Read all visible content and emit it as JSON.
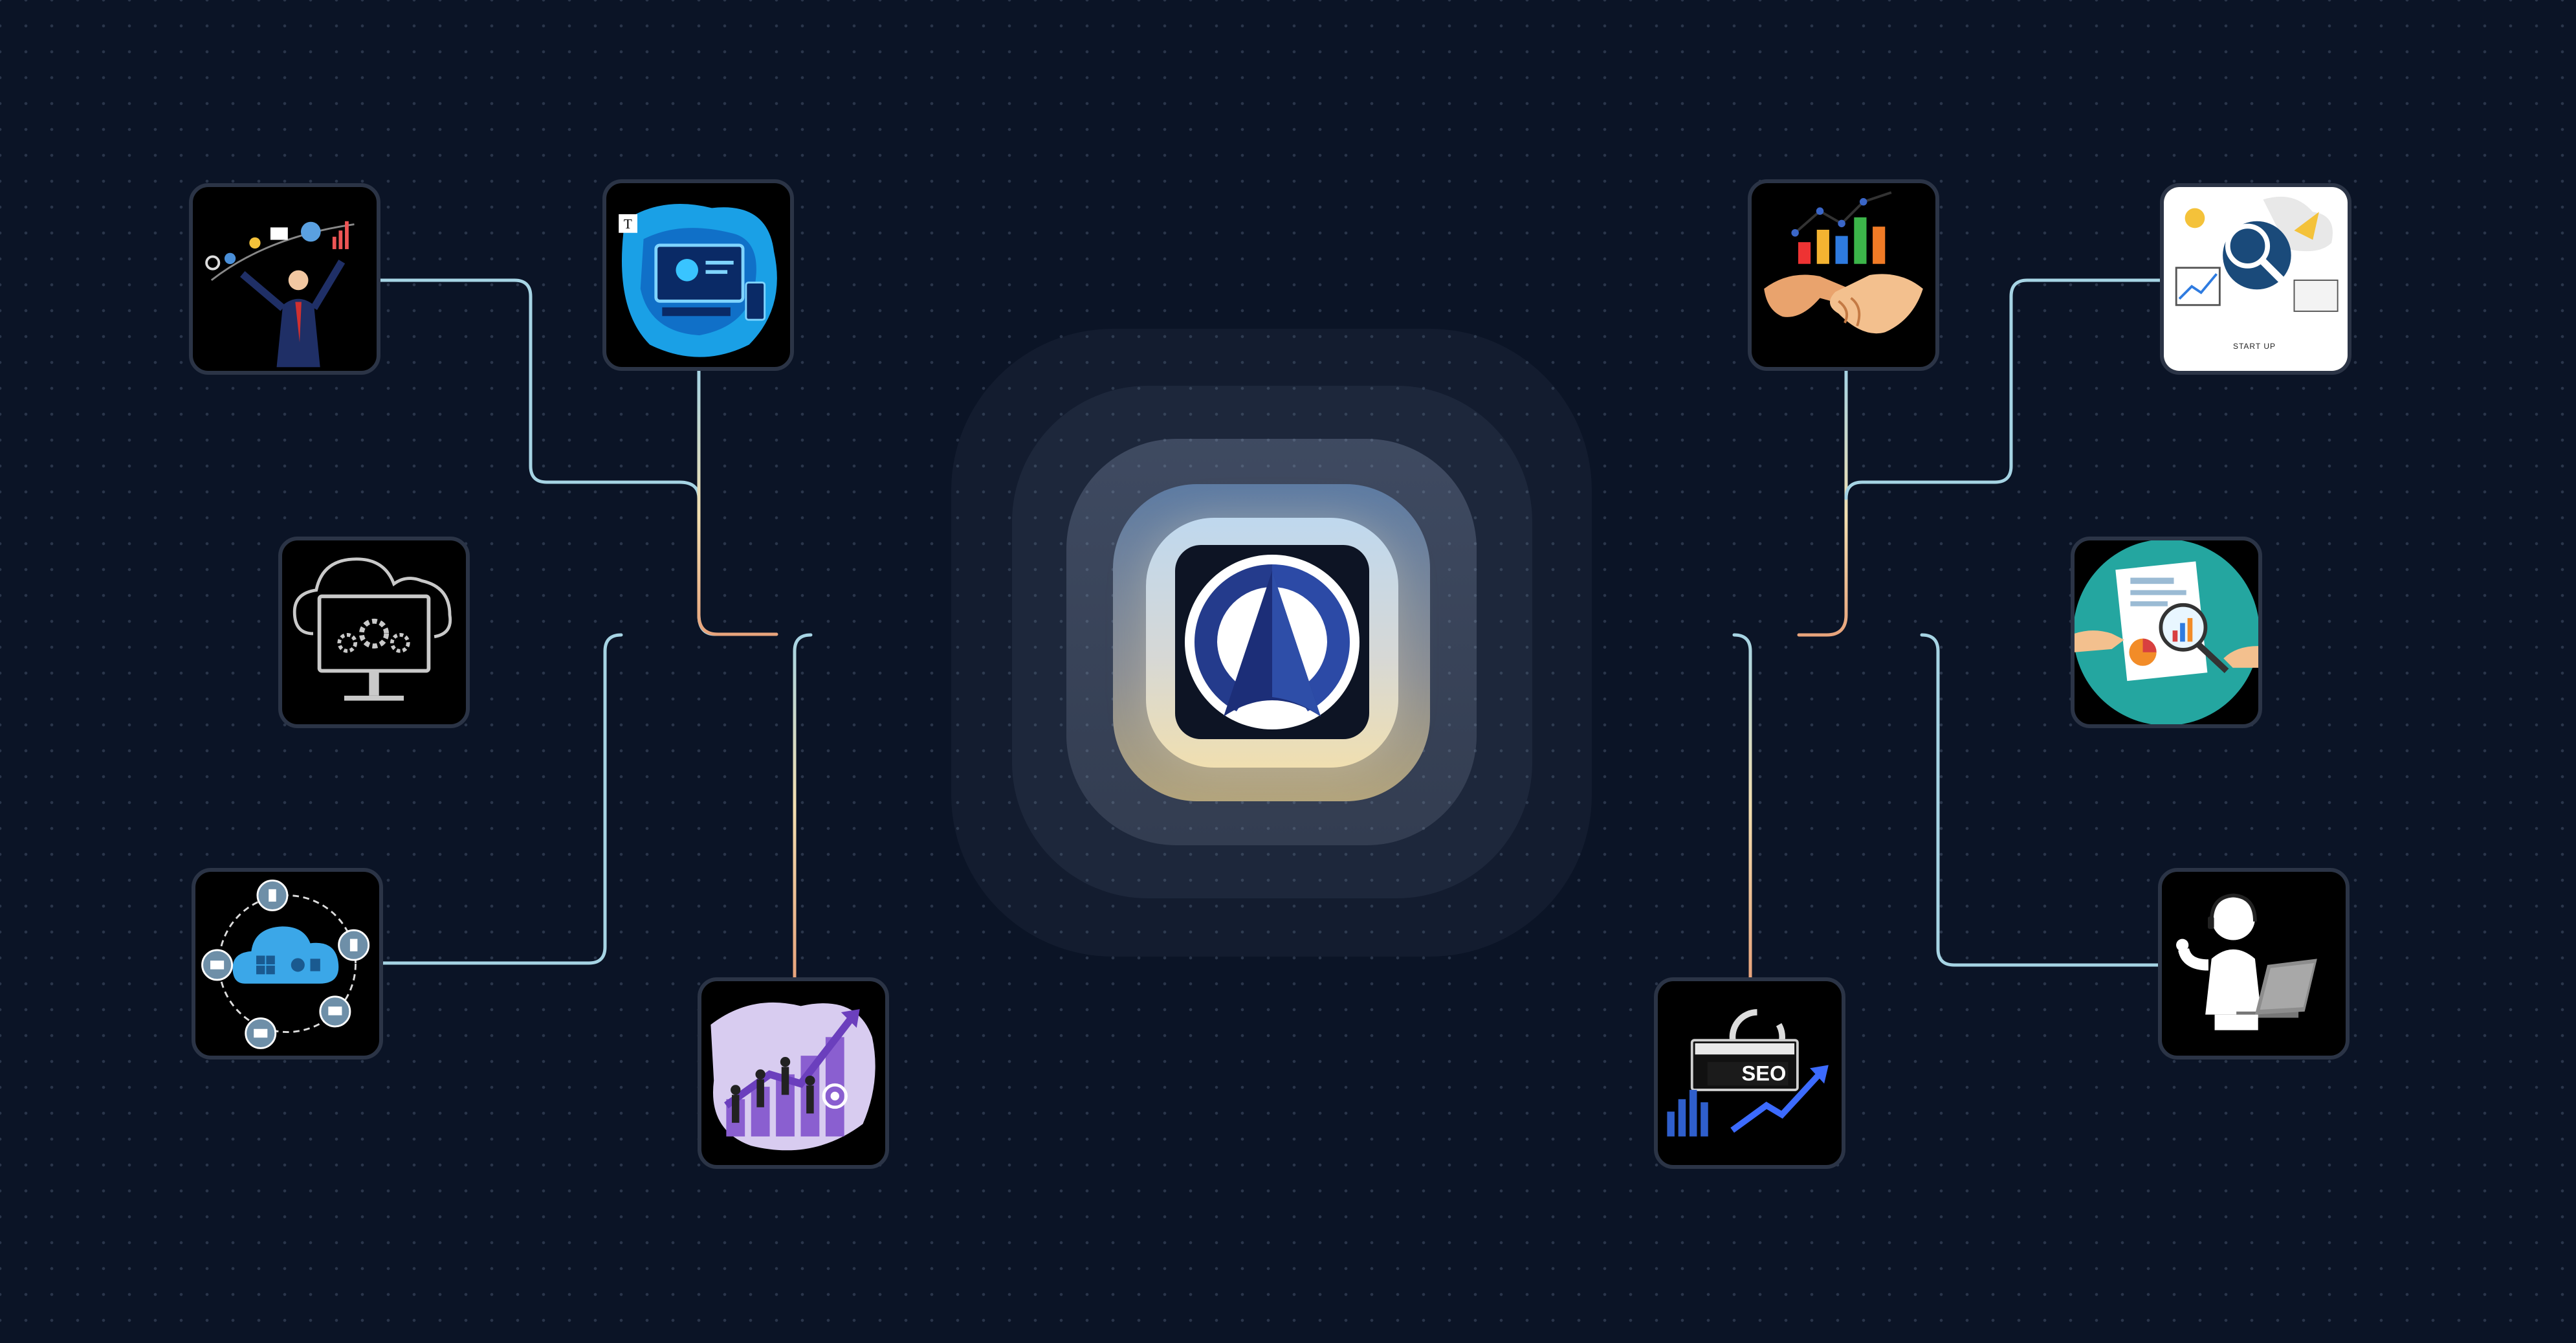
{
  "hub": {
    "logo_icon": "compass-a-logo-icon",
    "accent_color": "#2f4a9c"
  },
  "nodes": [
    {
      "id": "strategy",
      "icon": "businessman-strategy-icon"
    },
    {
      "id": "web-design",
      "icon": "web-design-monitor-icon"
    },
    {
      "id": "cloud-settings",
      "icon": "cloud-monitor-gear-icon"
    },
    {
      "id": "cross-platform",
      "icon": "cloud-devices-icon"
    },
    {
      "id": "growth-team",
      "icon": "team-growth-chart-icon"
    },
    {
      "id": "partnership",
      "icon": "handshake-bar-chart-icon"
    },
    {
      "id": "startup",
      "icon": "startup-rocket-analysis-icon",
      "caption": "START UP"
    },
    {
      "id": "analytics",
      "icon": "document-analytics-magnifier-icon"
    },
    {
      "id": "seo",
      "icon": "seo-growth-icon",
      "caption": "SEO"
    },
    {
      "id": "support",
      "icon": "support-person-laptop-icon"
    }
  ],
  "colors": {
    "background": "#0b1426",
    "line_blue": "#a6d4e4",
    "line_orange": "#e8a47c",
    "line_cream": "#f3dfb0",
    "node_border": "#2b3446"
  }
}
